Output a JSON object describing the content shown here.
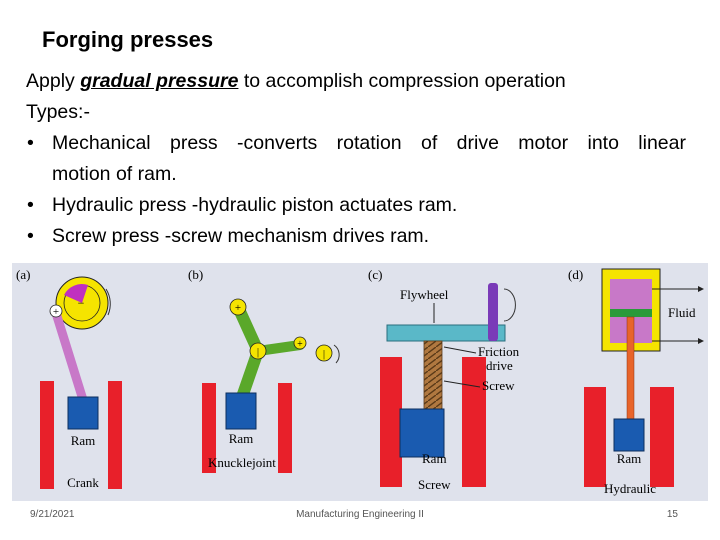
{
  "slide": {
    "title": "Forging presses",
    "intro": {
      "before": "Apply ",
      "emphasis": "gradual pressure",
      "after": " to accomplish compression operation"
    },
    "types_heading": "Types:-",
    "bullets": [
      {
        "symbol": "•",
        "line1": "Mechanical press -converts rotation of drive motor into linear",
        "line2": "motion of ram."
      },
      {
        "symbol": "•",
        "text": "Hydraulic press -hydraulic piston actuates ram."
      },
      {
        "symbol": "•",
        "text": "Screw press -screw mechanism drives ram."
      }
    ]
  },
  "figure": {
    "panels": [
      {
        "letter": "(a)",
        "ram_label": "Ram",
        "caption": "Crank"
      },
      {
        "letter": "(b)",
        "ram_label": "Ram",
        "caption": "Knucklejoint"
      },
      {
        "letter": "(c)",
        "ram_label": "Ram",
        "caption": "Screw",
        "flywheel": "Flywheel",
        "friction_1": "Friction",
        "friction_2": "drive",
        "screw_label": "Screw"
      },
      {
        "letter": "(d)",
        "ram_label": "Ram",
        "caption": "Hydraulic",
        "fluid": "Fluid"
      }
    ],
    "signs": {
      "plus": "+",
      "minus": "−",
      "bar": "|"
    },
    "colors": {
      "background": "#dfe2ec",
      "die": "#e8202a",
      "ram": "#1a5bb0",
      "crank_disk": "#f5e400",
      "crank_link": "#c878c8",
      "toggle_link": "#5aa82a",
      "flywheel": "#5ab8c8",
      "screw": "#b07840",
      "hydraulic_frame": "#f5e400",
      "hydraulic_piston": "#c878c8",
      "piston_seal": "#2a9a3a",
      "piston_rod": "#e8642a"
    }
  },
  "footer": {
    "date": "9/21/2021",
    "center": "Manufacturing Engineering II",
    "page": "15"
  }
}
